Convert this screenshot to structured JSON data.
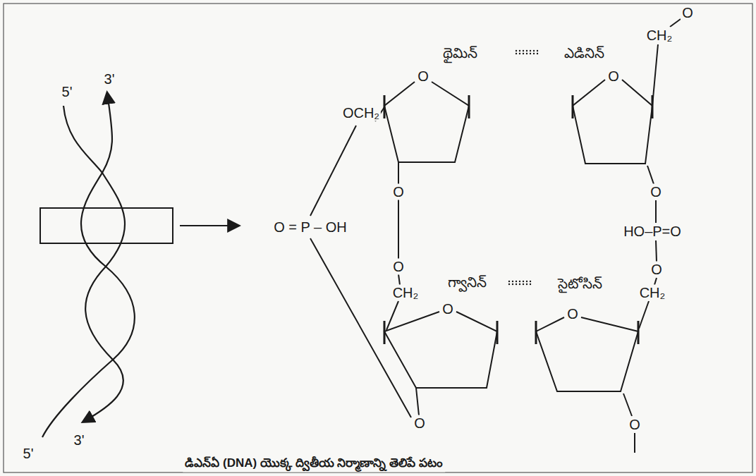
{
  "diagram": {
    "caption": "డిఎన్ఏ (DNA) యొక్క ద్వితీయ నిర్మాణాన్ని తెలిపే పటం",
    "labels": [
      "5'",
      "3'",
      "OCH₂",
      "థైమిన్",
      "ఎడినిన్",
      "O",
      "O",
      "CH₂",
      "O",
      "O = P – OH",
      "O",
      "O",
      "HO–P=O",
      "O",
      "O",
      "CH₂",
      "గ్వానిన్",
      "సైటోసిన్",
      "CH₂",
      "O",
      "O",
      "5'",
      "3'",
      "O",
      "O"
    ]
  }
}
